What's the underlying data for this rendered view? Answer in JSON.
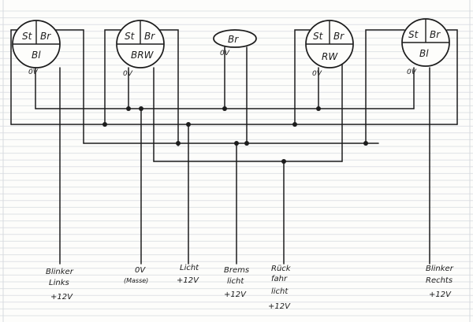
{
  "lamps": [
    {
      "id": "left-turn-lamp",
      "segments": [
        "St",
        "Br",
        "Bl"
      ],
      "ground": "0V"
    },
    {
      "id": "left-rear-combo-lamp",
      "segments": [
        "St",
        "Br",
        "BRW"
      ],
      "ground": "0V"
    },
    {
      "id": "center-brake-lamp",
      "segments": [
        "Br"
      ],
      "ground": "0V"
    },
    {
      "id": "right-rear-combo-lamp",
      "segments": [
        "St",
        "Br",
        "RW"
      ],
      "ground": "0V"
    },
    {
      "id": "right-turn-lamp",
      "segments": [
        "St",
        "Br",
        "Bl"
      ],
      "ground": "0V"
    }
  ],
  "terminals": [
    {
      "id": "blinker-links",
      "lines": [
        "Blinker",
        "Links",
        "+12V"
      ]
    },
    {
      "id": "ground",
      "lines": [
        "0V",
        "(Masse)"
      ]
    },
    {
      "id": "light",
      "lines": [
        "Licht",
        "+12V"
      ]
    },
    {
      "id": "brake-light",
      "lines": [
        "Brems",
        "licht",
        "+12V"
      ]
    },
    {
      "id": "reverse-light",
      "lines": [
        "Rück",
        "fahr",
        "licht",
        "+12V"
      ]
    },
    {
      "id": "blinker-rechts",
      "lines": [
        "Blinker",
        "Rechts",
        "+12V"
      ]
    }
  ],
  "colors": {
    "ink": "#1c1c1c",
    "paper": "#fdfdfb",
    "ruling": "#dfe2e6"
  }
}
